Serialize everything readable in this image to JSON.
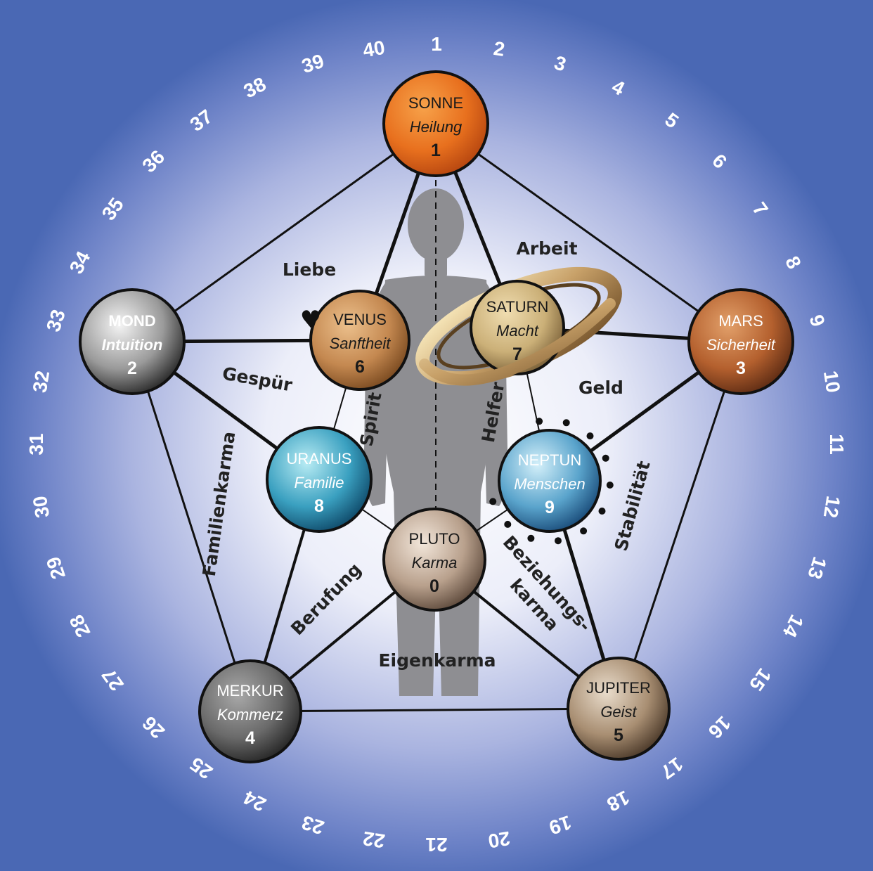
{
  "ring_numbers": [
    "1",
    "2",
    "3",
    "4",
    "5",
    "6",
    "7",
    "8",
    "9",
    "10",
    "11",
    "12",
    "13",
    "14",
    "15",
    "16",
    "17",
    "18",
    "19",
    "20",
    "21",
    "22",
    "23",
    "24",
    "25",
    "26",
    "27",
    "28",
    "29",
    "30",
    "31",
    "32",
    "33",
    "34",
    "35",
    "36",
    "37",
    "38",
    "39",
    "40"
  ],
  "planets": [
    {
      "id": "sonne",
      "name": "SONNE",
      "keyword": "Heilung",
      "number": "1",
      "colors": [
        "#f7a24a",
        "#e8701e",
        "#b64610"
      ],
      "text": "#1a1a1a"
    },
    {
      "id": "mond",
      "name": "MOND",
      "keyword": "Intuition",
      "number": "2",
      "colors": [
        "#f4f4f4",
        "#9a9a9a",
        "#2a2a2a"
      ],
      "text": "#ffffff",
      "bold_name": true
    },
    {
      "id": "mars",
      "name": "MARS",
      "keyword": "Sicherheit",
      "number": "3",
      "colors": [
        "#e2a06a",
        "#b4602e",
        "#5e2c14"
      ],
      "text": "#ffffff"
    },
    {
      "id": "merkur",
      "name": "MERKUR",
      "keyword": "Kommerz",
      "number": "4",
      "colors": [
        "#a8a8a8",
        "#6a6a6a",
        "#262626"
      ],
      "text": "#ffffff"
    },
    {
      "id": "jupiter",
      "name": "JUPITER",
      "keyword": "Geist",
      "number": "5",
      "colors": [
        "#e9dccb",
        "#a88e72",
        "#4c3a2a"
      ],
      "text": "#1a1a1a"
    },
    {
      "id": "venus",
      "name": "VENUS",
      "keyword": "Sanftheit",
      "number": "6",
      "colors": [
        "#ecc08c",
        "#c48850",
        "#7a4a20"
      ],
      "text": "#1a1a1a"
    },
    {
      "id": "saturn",
      "name": "SATURN",
      "keyword": "Macht",
      "number": "7",
      "colors": [
        "#f0ddb0",
        "#cbb078",
        "#7a6038"
      ],
      "text": "#1a1a1a"
    },
    {
      "id": "uranus",
      "name": "URANUS",
      "keyword": "Familie",
      "number": "8",
      "colors": [
        "#b8ecf4",
        "#3aa0c0",
        "#0f4a6a"
      ],
      "text": "#ffffff"
    },
    {
      "id": "neptun",
      "name": "NEPTUN",
      "keyword": "Menschen",
      "number": "9",
      "colors": [
        "#d4f0fa",
        "#5aa4cc",
        "#1a4c7a"
      ],
      "text": "#ffffff"
    },
    {
      "id": "pluto",
      "name": "PLUTO",
      "keyword": "Karma",
      "number": "0",
      "colors": [
        "#f2e6da",
        "#b8a08c",
        "#5e4a3c"
      ],
      "text": "#1a1a1a"
    }
  ],
  "zones": [
    "Liebe",
    "Arbeit",
    "Gespür",
    "Geld",
    "Spirit",
    "Helfer",
    "Familienkarma",
    "Stabilität",
    "Berufung",
    "Beziehungs-",
    "karma",
    "Eigenkarma"
  ],
  "colors": {
    "background_outer": "#4a68b4",
    "background_inner": "#ffffff",
    "lines": "#111111",
    "figure": "#8e8e92"
  }
}
